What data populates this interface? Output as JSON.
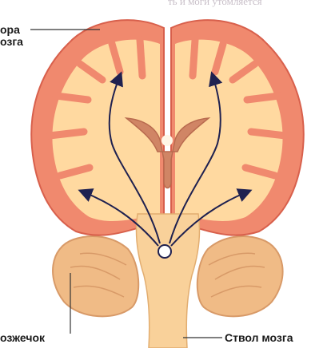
{
  "labels": {
    "cortex_line1": "ора",
    "cortex_line2": "озга",
    "cerebellum": "озжечок",
    "brainstem": "Ствол мозга"
  },
  "top_fragment": "ть и моги утомляется",
  "colors": {
    "cortex": "#f0896e",
    "cortex_edge": "#d8604c",
    "white_matter": "#ffd9a0",
    "ventricle": "#d08565",
    "cerebellum": "#f0bb86",
    "brainstem": "#f9d19a",
    "arrows": "#1f2150"
  }
}
